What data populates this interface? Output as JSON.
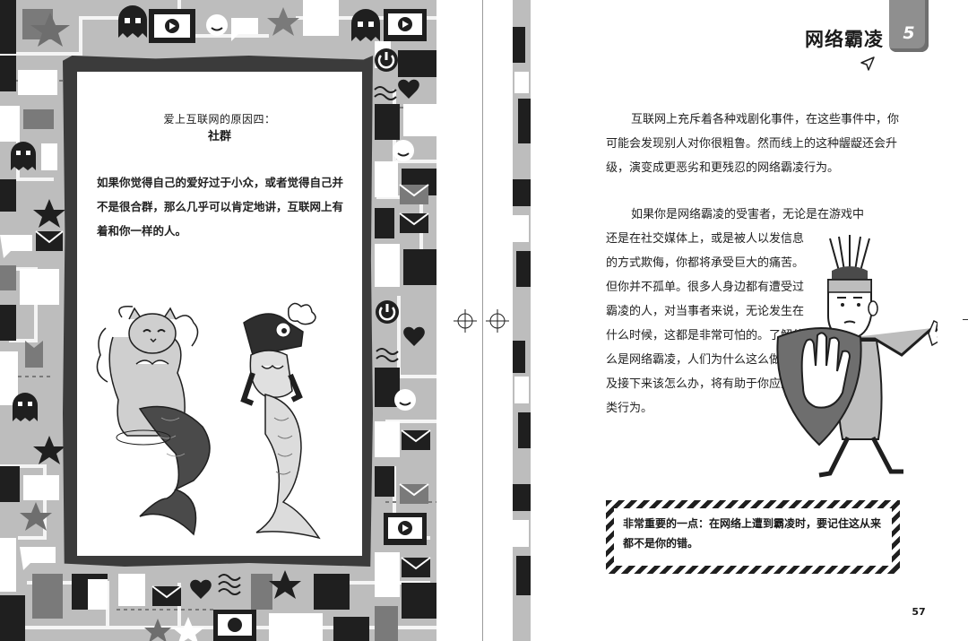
{
  "left_page": {
    "card": {
      "subtitle": "爱上互联网的原因四：",
      "title": "社群",
      "body": "如果你觉得自己的爱好过于小众，或者觉得自己并不是很合群，那么几乎可以肯定地讲，互联网上有着和你一样的人。"
    },
    "illustration": "cat-and-dog-mermaids",
    "background_icons": [
      "video-icon",
      "ghost-icon",
      "star-icon",
      "heart-icon",
      "mail-icon",
      "power-icon",
      "smiley-icon",
      "speech-bubble-icon",
      "computer-icon"
    ]
  },
  "right_page": {
    "chapter_tab_number": "5",
    "chapter_title": "网络霸凌",
    "paragraph_1": "互联网上充斥着各种戏剧化事件，在这些事件中，你可能会发现别人对你很粗鲁。然而线上的这种龌龊还会升级，演变成更恶劣和更残忍的网络霸凌行为。",
    "paragraph_2_first": "如果你是网络霸凌的受害者，无论是在游戏中",
    "paragraph_2_rest": "还是在社交媒体上，或是被人以发信息的方式欺侮，你都将承受巨大的痛苦。但你并不孤单。很多人身边都有遭受过霸凌的人，对当事者来说，无论发生在什么时候，这都是非常可怕的。了解什么是网络霸凌，人们为什么这么做，以及接下来该怎么办，将有助于你应对此类行为。",
    "callout": "非常重要的一点：在网络上遭到霸凌时，要记住这从来都不是你的错。",
    "page_number": "57",
    "illustration": "knight-with-shield"
  },
  "colors": {
    "pattern_gray": "#bdbdbd",
    "dark": "#1f1f1f",
    "tab": "#8f8f8f"
  }
}
